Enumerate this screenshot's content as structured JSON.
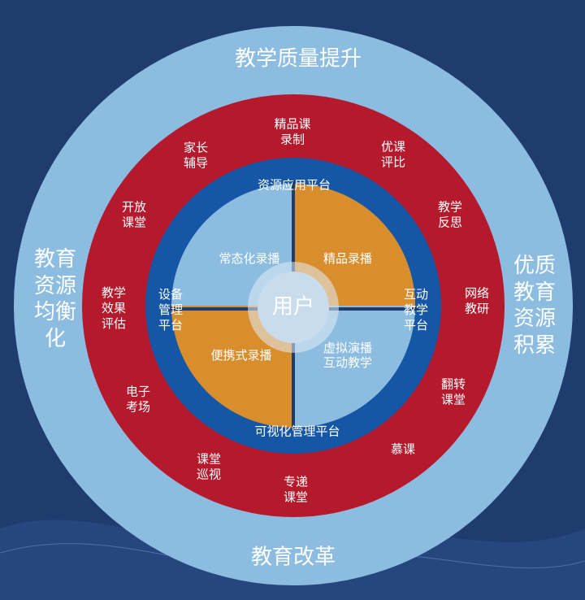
{
  "colors": {
    "background": "#1f3c6e",
    "outer_ring": "#8cbde1",
    "red_ring": "#b5192c",
    "blue_ring": "#1557a6",
    "quadrant_light": "#8cbde1",
    "quadrant_orange": "#d98e2e",
    "center": "#c9dcec"
  },
  "outer_labels": {
    "top": "教学质量提升",
    "bottom": "教育改革",
    "left": "教育\n资源\n均衡\n化",
    "right": "优质\n教育\n资源\n积累"
  },
  "red_ring_labels": [
    "精品课\n录制",
    "优课\n评比",
    "教学\n反思",
    "网络\n教研",
    "翻转\n课堂",
    "慕课",
    "专递\n课堂",
    "课堂\n巡视",
    "电子\n考场",
    "教学\n效果\n评估",
    "开放\n课堂",
    "家长\n辅导"
  ],
  "platforms": {
    "top": "资源应用平台",
    "bottom": "可视化管理平台",
    "left": "设备\n管理\n平台",
    "right": "互动\n教学\n平台"
  },
  "quadrants": {
    "top_left": "常态化录播",
    "top_right": "精品录播",
    "bottom_left": "便携式录播",
    "bottom_right": "虚拟演播\n互动教学"
  },
  "center": "用户"
}
